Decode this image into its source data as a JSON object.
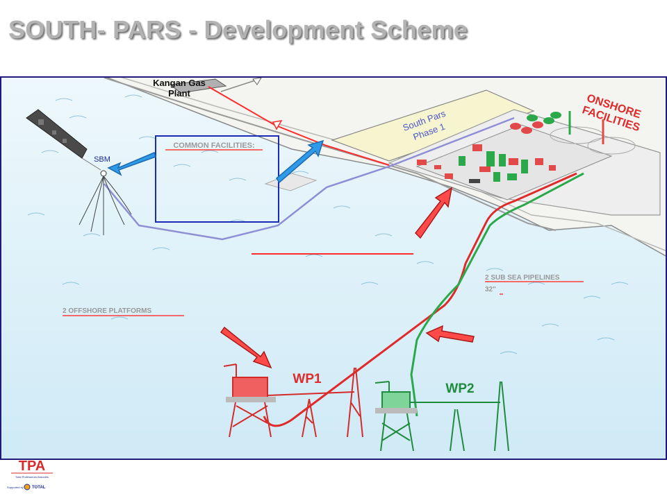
{
  "slide": {
    "title": "SOUTH- PARS - Development Scheme"
  },
  "diagram": {
    "plant_label_line1": "Kangan Gas",
    "plant_label_line2": "Plant",
    "phase_label_line1": "South Pars",
    "phase_label_line2": "Phase 1",
    "onshore_line1": "ONSHORE",
    "onshore_line2": "FACILITIES",
    "sbm_label": "SBM",
    "common_facilities": "COMMON FACILITIES:",
    "pipelines_line1": "2 SUB SEA PIPELINES",
    "pipelines_line2": "32\"",
    "offshore_platforms": "2 OFFSHORE PLATFORMS",
    "wp1_label": "WP1",
    "wp2_label": "WP2"
  },
  "logo": {
    "name": "TPA",
    "subtitle": "Total Professeurs Associés",
    "supported_by": "Supported by",
    "partner": "TOTAL"
  },
  "colors": {
    "title": "#b2b2b2",
    "frame": "#1f1a7a",
    "sea": "#d6eef8",
    "red": "#ff3a3a",
    "green": "#2aa84a",
    "blue_arrow": "#2f9ae8",
    "box": "#1a2ab8"
  }
}
